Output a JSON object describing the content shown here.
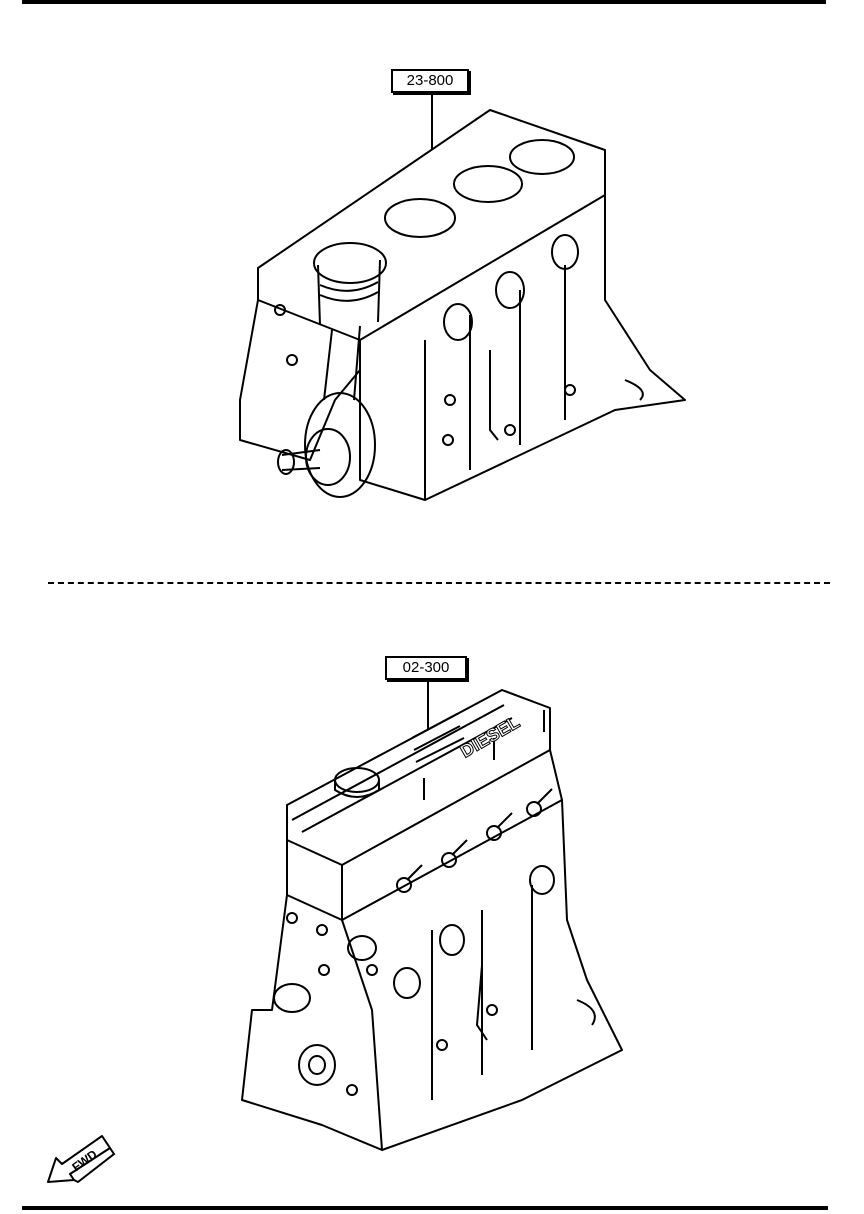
{
  "callouts": {
    "short_block": "23-800",
    "engine_assembly": "02-300"
  },
  "engine_label": "DIESEL",
  "fwd_label": "FWD"
}
